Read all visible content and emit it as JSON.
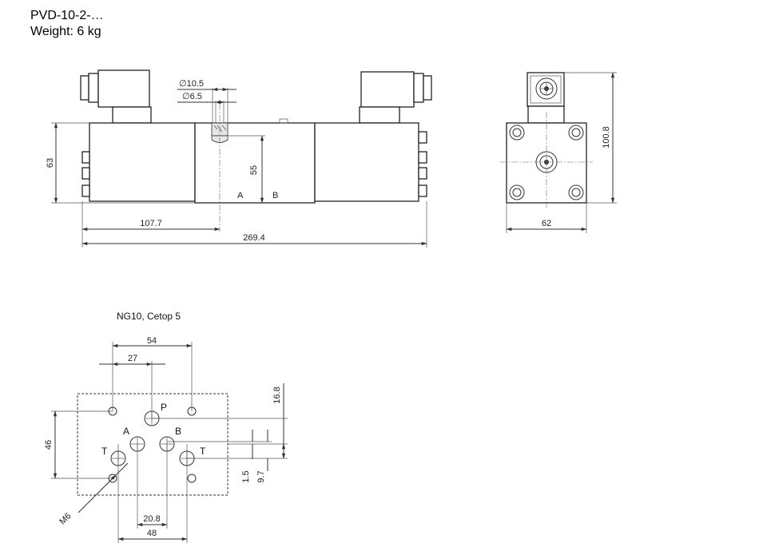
{
  "header": {
    "model": "PVD-10-2-…",
    "weight": "Weight: 6 kg"
  },
  "side_view": {
    "dim_bore_outer": "∅10.5",
    "dim_bore_inner": "∅6.5",
    "dim_height": "63",
    "dim_port_height": "55",
    "dim_to_center": "107.7",
    "dim_total_length": "269.4",
    "port_a": "A",
    "port_b": "B"
  },
  "end_view": {
    "dim_height": "100.8",
    "dim_width": "62"
  },
  "mounting": {
    "title": "NG10, Cetop 5",
    "dim_54": "54",
    "dim_27": "27",
    "dim_16_8": "16.8",
    "dim_46": "46",
    "dim_1_5": "1.5",
    "dim_9_7": "9.7",
    "dim_20_8": "20.8",
    "dim_48": "48",
    "thread": "M6",
    "port_p": "P",
    "port_a": "A",
    "port_b": "B",
    "port_t_left": "T",
    "port_t_right": "T"
  }
}
